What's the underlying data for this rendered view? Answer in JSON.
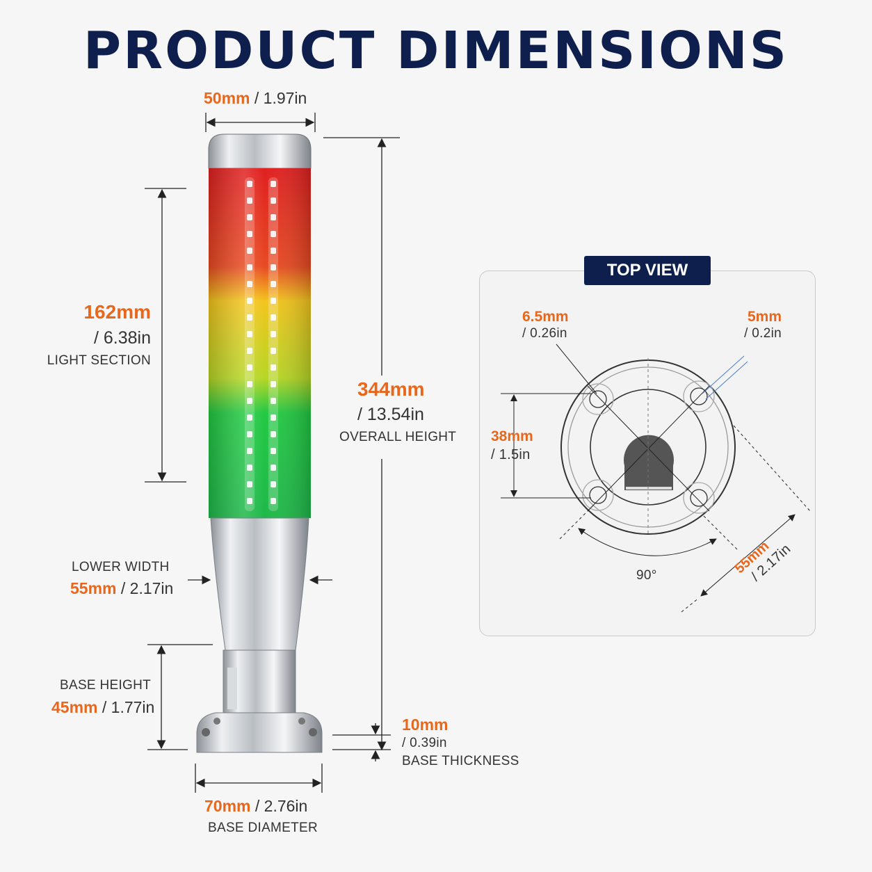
{
  "title": "PRODUCT DIMENSIONS",
  "top_width": {
    "metric": "50mm",
    "imperial": " / 1.97in"
  },
  "light_section": {
    "metric": "162mm",
    "imperial": "/ 6.38in",
    "caption": "LIGHT SECTION"
  },
  "overall_height": {
    "metric": "344mm",
    "imperial": "/ 13.54in",
    "caption": "OVERALL HEIGHT"
  },
  "lower_width": {
    "caption": "LOWER WIDTH",
    "metric": "55mm",
    "imperial": " / 2.17in"
  },
  "base_height": {
    "caption": "BASE HEIGHT",
    "metric": "45mm",
    "imperial": " / 1.77in"
  },
  "base_thickness": {
    "metric": "10mm",
    "imperial": "/ 0.39in",
    "caption": "BASE THICKNESS"
  },
  "base_diameter": {
    "metric": "70mm",
    "imperial": " / 2.76in",
    "caption": "BASE DIAMETER"
  },
  "top_view": {
    "badge": "TOP VIEW",
    "hole_large": {
      "metric": "6.5mm",
      "imperial": "/ 0.26in"
    },
    "hole_small": {
      "metric": "5mm",
      "imperial": "/ 0.2in"
    },
    "hole_spacing": {
      "metric": "38mm",
      "imperial": "/ 1.5in"
    },
    "angle": "90°",
    "diameter": {
      "metric": "55mm",
      "imperial": "/ 2.17in"
    }
  },
  "colors": {
    "title": "#0e1f4d",
    "accent": "#e8671c",
    "red": "#e52a2a",
    "yellow": "#f2d51c",
    "green": "#1fcf4a",
    "steel": "#c8ccd0"
  }
}
